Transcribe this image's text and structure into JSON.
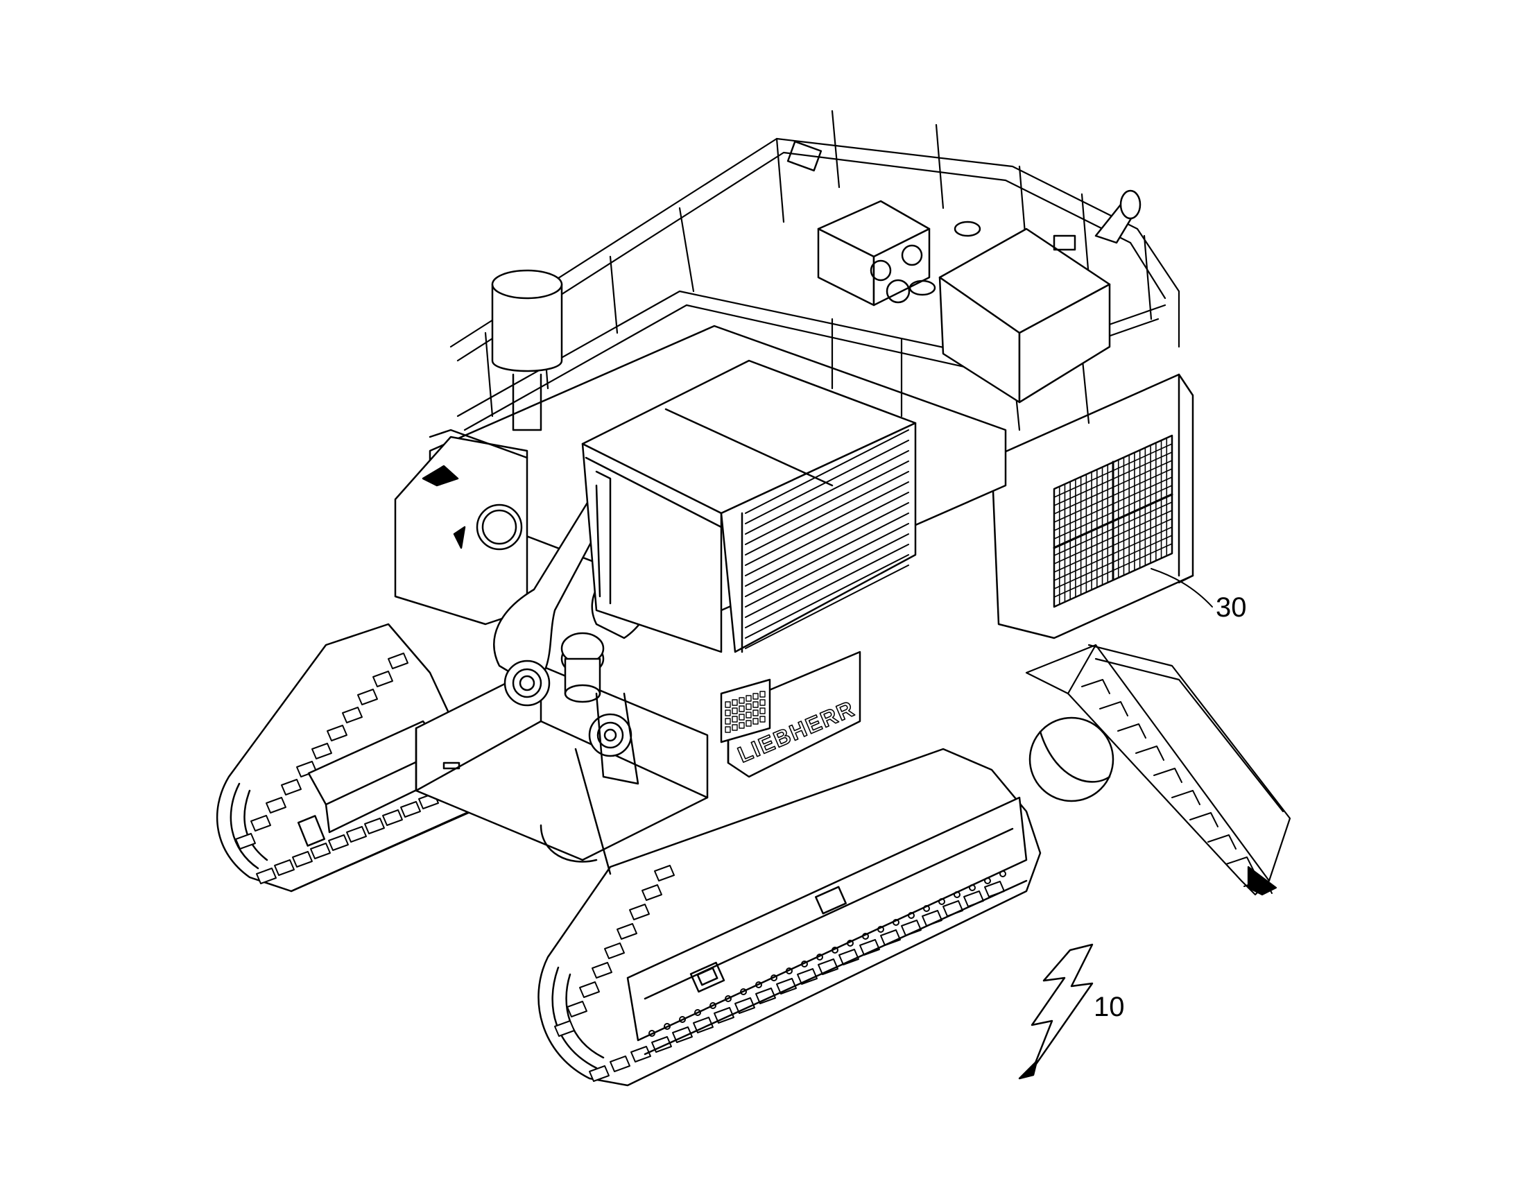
{
  "figure": {
    "labels": {
      "machine_ref": "10",
      "grille_ref": "30",
      "brand_text": "LIEBHERR"
    }
  },
  "colors": {
    "ink": "#000000",
    "paper": "#ffffff"
  }
}
